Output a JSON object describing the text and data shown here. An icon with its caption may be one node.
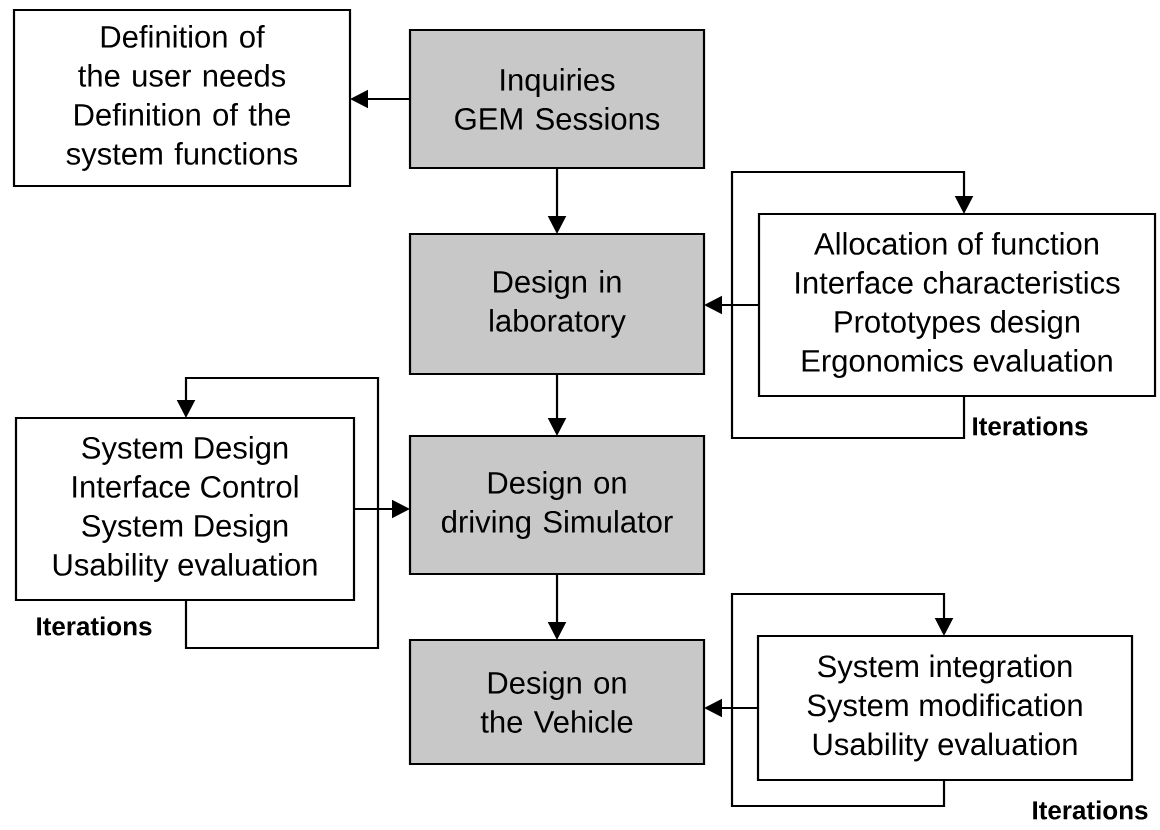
{
  "diagram": {
    "nodes": [
      {
        "text": [
          "Inquiries",
          "GEM Sessions"
        ]
      },
      {
        "text": [
          "Definition of the user needs",
          "Definition of the system functions"
        ]
      },
      {
        "text": [
          "Design in laboratory"
        ]
      },
      {
        "text": [
          "Allocation of function",
          "Interface characteristics",
          "Prototypes design",
          "Ergonomics evaluation"
        ]
      },
      {
        "text": [
          "Design on driving Simulator"
        ]
      },
      {
        "text": [
          "System Design",
          "Interface Control",
          "System Design",
          "Usability evaluation"
        ]
      },
      {
        "text": [
          "Design on the Vehicle"
        ]
      },
      {
        "text": [
          "System integration",
          "System modification",
          "Usability evaluation"
        ]
      }
    ],
    "edges": [
      {
        "from": 0,
        "to": 1,
        "arrow": "to"
      },
      {
        "from": 0,
        "to": 2,
        "arrow": "to"
      },
      {
        "from": 3,
        "to": 2,
        "arrow": "to"
      },
      {
        "from": 3,
        "to": 3,
        "arrow": "to"
      },
      {
        "from": 2,
        "to": 4,
        "arrow": "to"
      },
      {
        "from": 5,
        "to": 4,
        "arrow": "to"
      },
      {
        "from": 5,
        "to": 5,
        "arrow": "to"
      },
      {
        "from": 4,
        "to": 6,
        "arrow": "to"
      },
      {
        "from": 7,
        "to": 6,
        "arrow": "to"
      },
      {
        "from": 7,
        "to": 7,
        "arrow": "to"
      }
    ],
    "labels": [
      "Iterations",
      "Iterations",
      "Iterations"
    ]
  }
}
